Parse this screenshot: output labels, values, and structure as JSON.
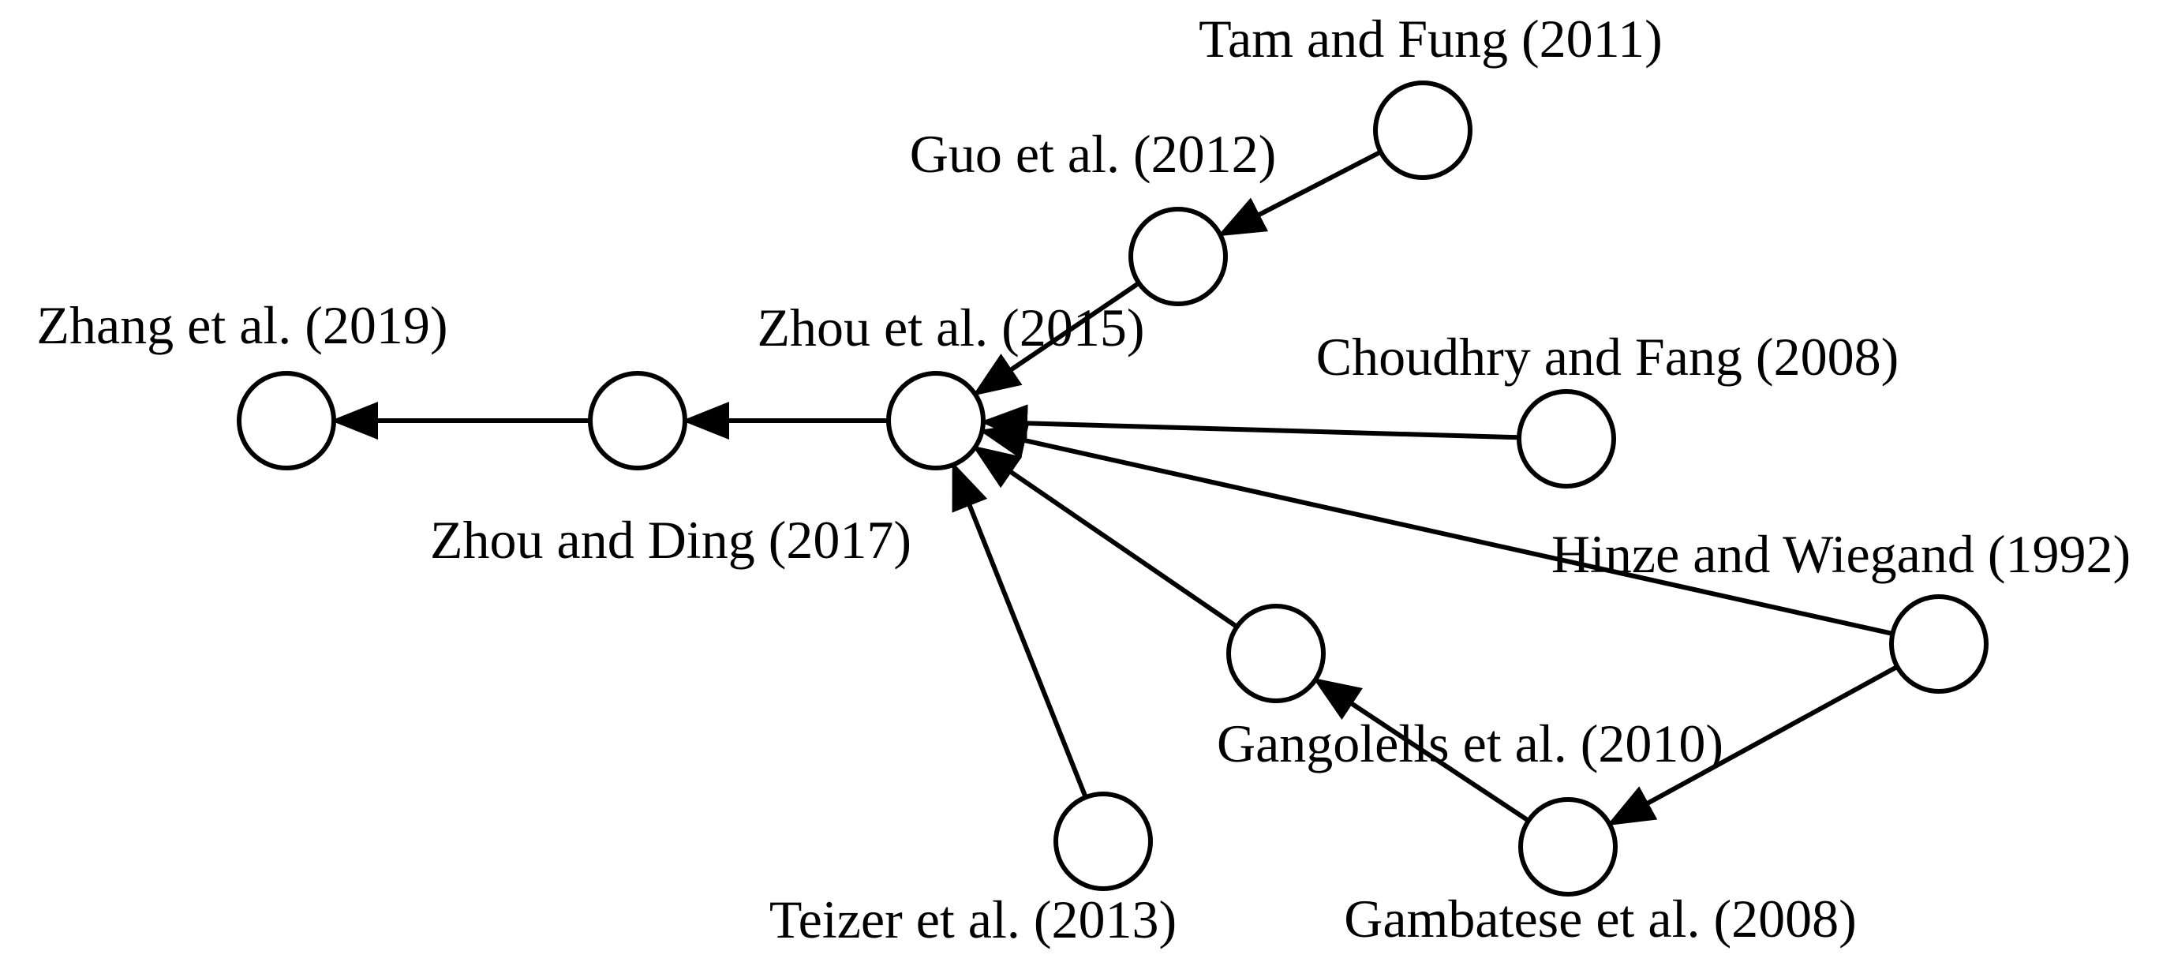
{
  "nodes": [
    {
      "id": "tam-fung-2011",
      "label": "Tam and Fung (2011)"
    },
    {
      "id": "guo-2012",
      "label": "Guo et al. (2012)"
    },
    {
      "id": "zhou-2015",
      "label": "Zhou et al. (2015)"
    },
    {
      "id": "zhou-ding-2017",
      "label": "Zhou and Ding (2017)"
    },
    {
      "id": "zhang-2019",
      "label": "Zhang et al. (2019)"
    },
    {
      "id": "choudhry-fang-2008",
      "label": "Choudhry and Fang (2008)"
    },
    {
      "id": "hinze-wiegand-1992",
      "label": "Hinze and Wiegand (1992)"
    },
    {
      "id": "gangolells-2010",
      "label": "Gangolells et al. (2010)"
    },
    {
      "id": "gambatese-2008",
      "label": "Gambatese et al. (2008)"
    },
    {
      "id": "teizer-2013",
      "label": "Teizer et al. (2013)"
    }
  ],
  "edges": [
    {
      "from": "tam-fung-2011",
      "to": "guo-2012"
    },
    {
      "from": "guo-2012",
      "to": "zhou-2015"
    },
    {
      "from": "choudhry-fang-2008",
      "to": "zhou-2015"
    },
    {
      "from": "hinze-wiegand-1992",
      "to": "zhou-2015"
    },
    {
      "from": "hinze-wiegand-1992",
      "to": "gambatese-2008"
    },
    {
      "from": "gambatese-2008",
      "to": "gangolells-2010"
    },
    {
      "from": "gangolells-2010",
      "to": "zhou-2015"
    },
    {
      "from": "teizer-2013",
      "to": "zhou-2015"
    },
    {
      "from": "zhou-2015",
      "to": "zhou-ding-2017"
    },
    {
      "from": "zhou-ding-2017",
      "to": "zhang-2019"
    }
  ]
}
